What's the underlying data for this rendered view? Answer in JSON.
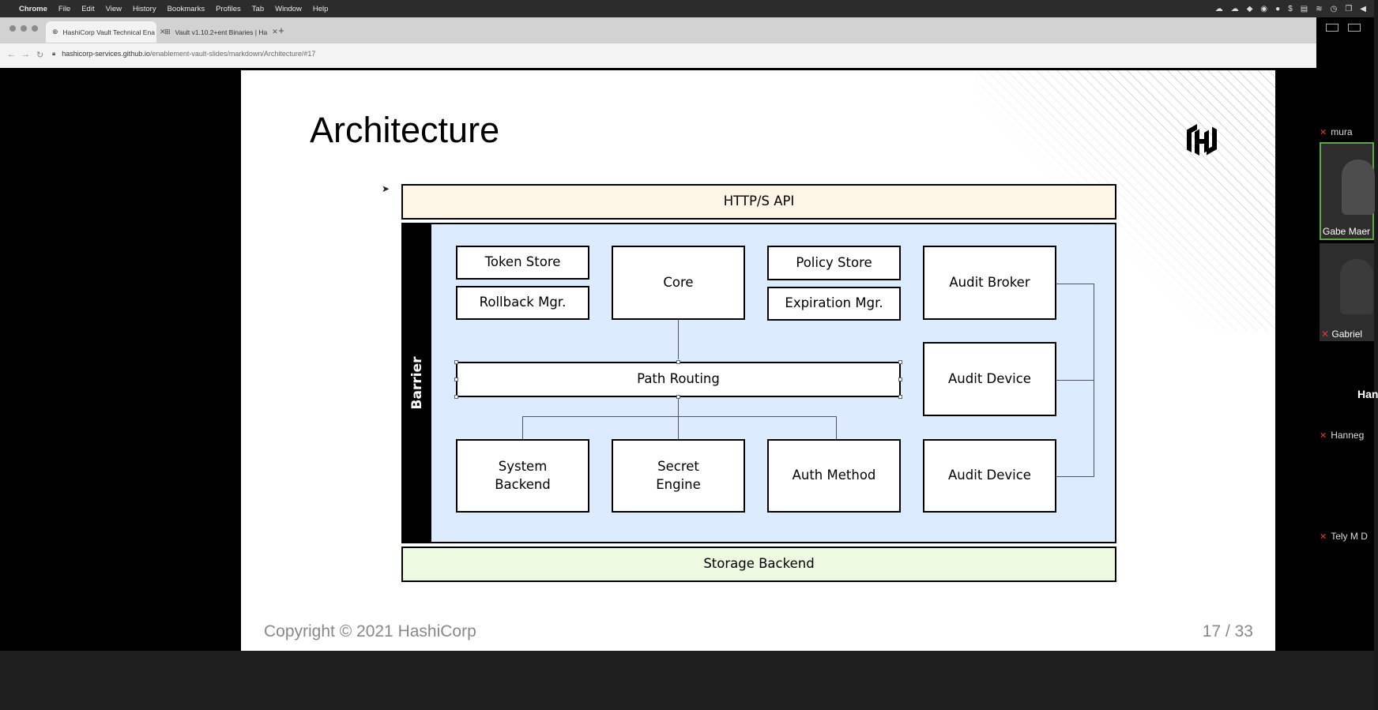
{
  "menubar": {
    "apple": "",
    "app": "Chrome",
    "items": [
      "File",
      "Edit",
      "View",
      "History",
      "Bookmarks",
      "Profiles",
      "Tab",
      "Window",
      "Help"
    ]
  },
  "tabs": [
    {
      "title": "HashiCorp Vault Technical Ena",
      "active": true
    },
    {
      "title": "Vault v1.10.2+ent Binaries | Ha",
      "active": false
    }
  ],
  "address": {
    "host": "hashicorp-services.github.io",
    "path": "/enablement-vault-slides/markdown/Architecture/#17"
  },
  "slide": {
    "title": "Architecture",
    "copyright": "Copyright © 2021 HashiCorp",
    "page": "17 / 33"
  },
  "diagram": {
    "api": "HTTP/S API",
    "barrier": "Barrier",
    "token_store": "Token Store",
    "rollback_mgr": "Rollback Mgr.",
    "core": "Core",
    "policy_store": "Policy Store",
    "expiration_mgr": "Expiration Mgr.",
    "audit_broker": "Audit Broker",
    "path_routing": "Path Routing",
    "audit_device_1": "Audit Device",
    "audit_device_2": "Audit Device",
    "system_backend": "System\nBackend",
    "secret_engine": "Secret\nEngine",
    "auth_method": "Auth Method",
    "storage": "Storage Backend",
    "colors": {
      "api": "#fdf6e7",
      "inner": "#dcebfd",
      "storage": "#eef9e2"
    }
  },
  "participants": {
    "p1": "mura",
    "p2": "Gabe Maer",
    "p3": "Gabriel",
    "p4_big": "Han",
    "p5": "Hanneg",
    "p6": "Tely M D"
  }
}
